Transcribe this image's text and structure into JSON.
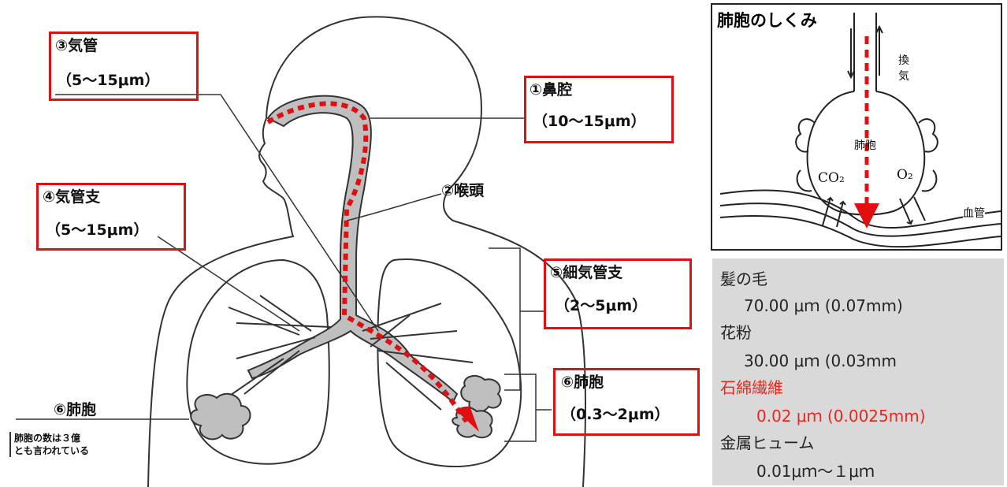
{
  "diagram": {
    "labels": {
      "trachea_name": "③気管",
      "trachea_size": "（5〜15μm）",
      "nasal_name": "①鼻腔",
      "nasal_size": "（10〜15μm）",
      "larynx_name": "②喉頭",
      "bronchi_name": "④気管支",
      "bronchi_size": "（5〜15μm）",
      "bronchioles_name": "⑤細気管支",
      "bronchioles_size": "（2〜5μm）",
      "alveoli_right_name": "⑥肺胞",
      "alveoli_right_size": "（0.3〜2μm）",
      "alveoli_left_name": "⑥肺胞",
      "alveoli_note_1": "肺胞の数は３億",
      "alveoli_note_2": "とも言われている"
    },
    "colors": {
      "highlight": "#e01010",
      "airway_fill": "#bfbfbf",
      "outline": "#333333"
    }
  },
  "alveolus_panel": {
    "title": "肺胞のしくみ",
    "ventilation_1": "換",
    "ventilation_2": "気",
    "alveolus_label": "肺胞",
    "co2": "CO₂",
    "o2": "O₂",
    "blood_vessel": "血管"
  },
  "size_panel": {
    "items": [
      {
        "name": "髪の毛",
        "value": "70.00 μｍ (0.07mm)",
        "highlight": false
      },
      {
        "name": "花粉",
        "value": "30.00 μｍ (0.03mm",
        "highlight": false
      },
      {
        "name": "石綿繊維",
        "value": "0.02 μｍ (0.0025mm)",
        "highlight": true
      },
      {
        "name": "金属ヒューム",
        "value": "0.01μｍ〜１μｍ",
        "highlight": false
      }
    ],
    "colors": {
      "background": "#d9d9d9",
      "highlight": "#e8281c"
    }
  }
}
